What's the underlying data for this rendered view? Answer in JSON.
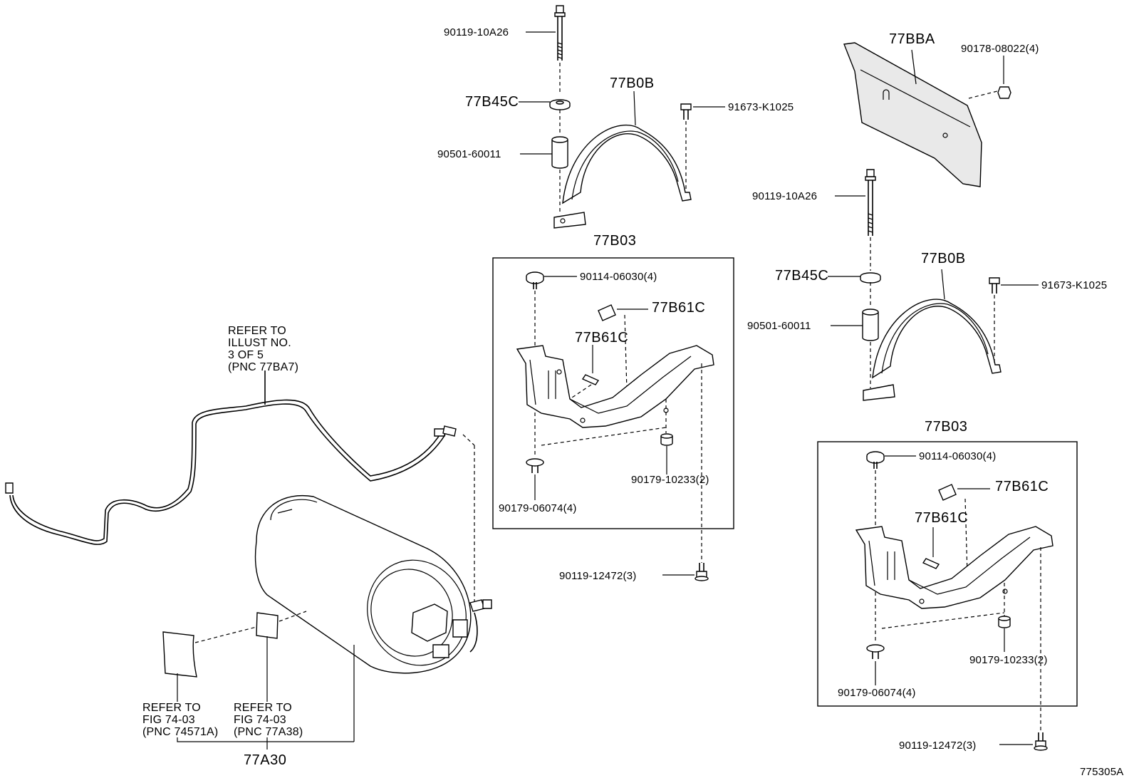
{
  "diagram_id": "775305A",
  "labels": {
    "bolt_top_left": "90119-10A26",
    "cushion_top_left": "77B45C",
    "spacer_top_left": "90501-60011",
    "band_top_left": "77B0B",
    "bolt_band_top_left": "91673-K1025",
    "bracket_assy_left": "77B03",
    "clip_left_a": "90114-06030(4)",
    "tag_left_a": "77B61C",
    "tag_left_b": "77B61C",
    "nut_left_a": "90179-10233(2)",
    "nut_left_b": "90179-06074(4)",
    "bolt_left_bottom": "90119-12472(3)",
    "cover_top_right": "77BBA",
    "nut_cover": "90178-08022(4)",
    "bolt_right": "90119-10A26",
    "cushion_right": "77B45C",
    "spacer_right": "90501-60011",
    "band_right": "77B0B",
    "bolt_band_right": "91673-K1025",
    "bracket_assy_right": "77B03",
    "clip_right_a": "90114-06030(4)",
    "tag_right_a": "77B61C",
    "tag_right_b": "77B61C",
    "nut_right_a": "90179-10233(2)",
    "nut_right_b": "90179-06074(4)",
    "bolt_right_bottom": "90119-12472(3)",
    "tank_assy": "77A30"
  },
  "refs": {
    "illust": [
      "REFER TO",
      "ILLUST NO.",
      "3 OF 5",
      "(PNC 77BA7)"
    ],
    "fig_a": [
      "REFER TO",
      "FIG 74-03",
      "(PNC 74571A)"
    ],
    "fig_b": [
      "REFER TO",
      "FIG 74-03",
      "(PNC 77A38)"
    ]
  }
}
